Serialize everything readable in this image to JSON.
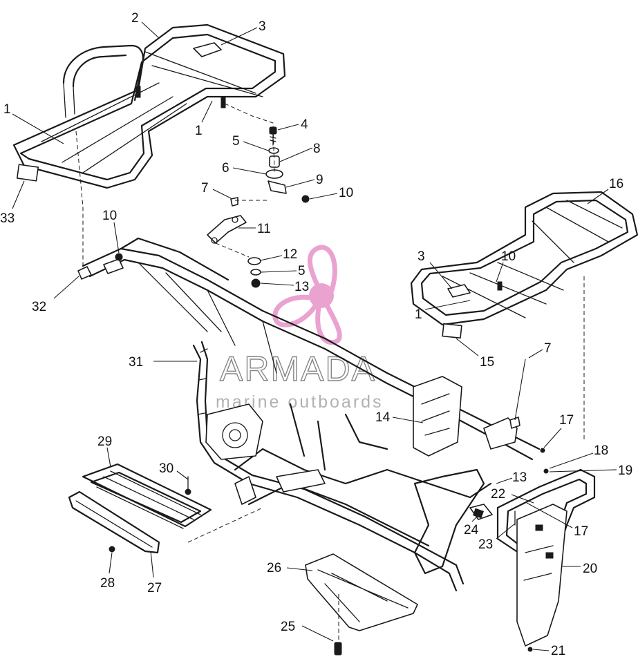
{
  "watermark": {
    "brand": "ARMADA",
    "tagline": "marine outboards",
    "accent_color": "#e384c1"
  },
  "callouts": [
    {
      "id": "c-2-top",
      "text": "2"
    },
    {
      "id": "c-3-top",
      "text": "3"
    },
    {
      "id": "c-1-left",
      "text": "1"
    },
    {
      "id": "c-1-mid",
      "text": "1"
    },
    {
      "id": "c-4",
      "text": "4"
    },
    {
      "id": "c-5-top",
      "text": "5"
    },
    {
      "id": "c-8",
      "text": "8"
    },
    {
      "id": "c-6",
      "text": "6"
    },
    {
      "id": "c-9",
      "text": "9"
    },
    {
      "id": "c-7-top",
      "text": "7"
    },
    {
      "id": "c-10-right",
      "text": "10"
    },
    {
      "id": "c-33",
      "text": "33"
    },
    {
      "id": "c-10-left",
      "text": "10"
    },
    {
      "id": "c-11",
      "text": "11"
    },
    {
      "id": "c-16",
      "text": "16"
    },
    {
      "id": "c-12",
      "text": "12"
    },
    {
      "id": "c-5-mid",
      "text": "5"
    },
    {
      "id": "c-13-mid",
      "text": "13"
    },
    {
      "id": "c-3-rear",
      "text": "3"
    },
    {
      "id": "c-10-rear",
      "text": "10"
    },
    {
      "id": "c-32",
      "text": "32"
    },
    {
      "id": "c-1-rear",
      "text": "1"
    },
    {
      "id": "c-15",
      "text": "15"
    },
    {
      "id": "c-31",
      "text": "31"
    },
    {
      "id": "c-7-rear",
      "text": "7"
    },
    {
      "id": "c-14",
      "text": "14"
    },
    {
      "id": "c-17-top",
      "text": "17"
    },
    {
      "id": "c-18",
      "text": "18"
    },
    {
      "id": "c-19",
      "text": "19"
    },
    {
      "id": "c-29",
      "text": "29"
    },
    {
      "id": "c-13-rear",
      "text": "13"
    },
    {
      "id": "c-30",
      "text": "30"
    },
    {
      "id": "c-22",
      "text": "22"
    },
    {
      "id": "c-24",
      "text": "24"
    },
    {
      "id": "c-17-bot",
      "text": "17"
    },
    {
      "id": "c-23",
      "text": "23"
    },
    {
      "id": "c-26",
      "text": "26"
    },
    {
      "id": "c-20",
      "text": "20"
    },
    {
      "id": "c-28",
      "text": "28"
    },
    {
      "id": "c-27",
      "text": "27"
    },
    {
      "id": "c-25",
      "text": "25"
    },
    {
      "id": "c-21",
      "text": "21"
    }
  ]
}
